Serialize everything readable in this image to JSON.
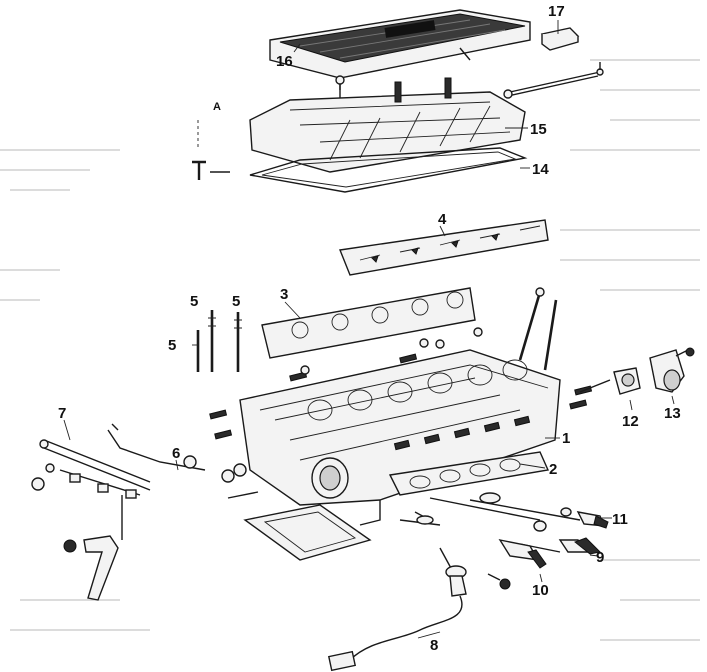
{
  "diagram": {
    "callouts": [
      {
        "id": "1",
        "text": "1"
      },
      {
        "id": "2",
        "text": "2"
      },
      {
        "id": "3",
        "text": "3"
      },
      {
        "id": "4",
        "text": "4"
      },
      {
        "id": "5a",
        "text": "5"
      },
      {
        "id": "5b",
        "text": "5"
      },
      {
        "id": "5c",
        "text": "5"
      },
      {
        "id": "6",
        "text": "6"
      },
      {
        "id": "7",
        "text": "7"
      },
      {
        "id": "8",
        "text": "8"
      },
      {
        "id": "9",
        "text": "9"
      },
      {
        "id": "10",
        "text": "10"
      },
      {
        "id": "11",
        "text": "11"
      },
      {
        "id": "12",
        "text": "12"
      },
      {
        "id": "13",
        "text": "13"
      },
      {
        "id": "14",
        "text": "14"
      },
      {
        "id": "15",
        "text": "15"
      },
      {
        "id": "16",
        "text": "16"
      },
      {
        "id": "17",
        "text": "17"
      },
      {
        "id": "A",
        "text": "A"
      }
    ]
  },
  "colors": {
    "ink": "#1a1a1a",
    "paper": "#ffffff",
    "shade": "#2a2a2a",
    "ghost": "#b9b9b9"
  }
}
